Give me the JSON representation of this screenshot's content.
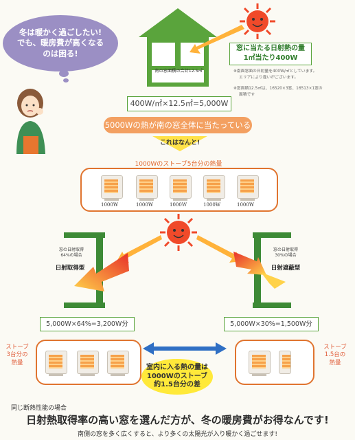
{
  "speech_bubble": {
    "lines": [
      "冬は暖かく過ごしたい!",
      "でも、暖房費が高くなる",
      "のは困る!"
    ]
  },
  "house": {
    "window_label": "南の窓面積の合計12.5㎡"
  },
  "window_heat_box": {
    "line1": "窓に当たる日射熱の量",
    "line2": "1㎡当たり400W"
  },
  "notes": [
    "※南面窓面の日射量を400W/㎡としています。",
    "エリアにより違いがございます。",
    "※窓面積12.5㎡は、16520×3窓、16513×1窓の",
    "面積です"
  ],
  "formula": "400W/㎡×12.5㎡=5,000W",
  "banner": "5000Wの熱が南の窓全体に当たっている",
  "arrow_text": "これはなんと!",
  "stove_title": "1000Wのストーブ5台分の熱量",
  "heater_labels": [
    "1000W",
    "1000W",
    "1000W",
    "1000W",
    "1000W"
  ],
  "left_window": {
    "note1": "窓の日射取得",
    "note2": "64%の場合",
    "type": "日射取得型",
    "formula": "5,000W×64%=3,200W分"
  },
  "right_window": {
    "note1": "窓の日射取得",
    "note2": "30%の場合",
    "type": "日射遮蔽型",
    "formula": "5,000W×30%=1,500W分"
  },
  "left_stove_label": {
    "line1": "ストーブ",
    "line2": "3台分の",
    "line3": "熱量"
  },
  "right_stove_label": {
    "line1": "ストーブ",
    "line2": "1.5台の",
    "line3": "熱量"
  },
  "diff_bubble": {
    "line1": "室内に入る熱の量は",
    "line2": "1000Wのストーブ",
    "line3": "約1.5台分の差"
  },
  "footer": {
    "small": "同じ断熱性能の場合",
    "main": "日射熱取得率の高い窓を選んだ方が、冬の暖房費がお得なんです!",
    "note": "南側の窓を多く広くすると、より多くの太陽光が入り暖かく過ごせます!"
  },
  "colors": {
    "green": "#5aa43c",
    "orange": "#e0742f",
    "purple": "#9b8fc4",
    "yellow": "#ffe93a",
    "blue": "#2f6fc4",
    "sun": "#f04a2a"
  }
}
